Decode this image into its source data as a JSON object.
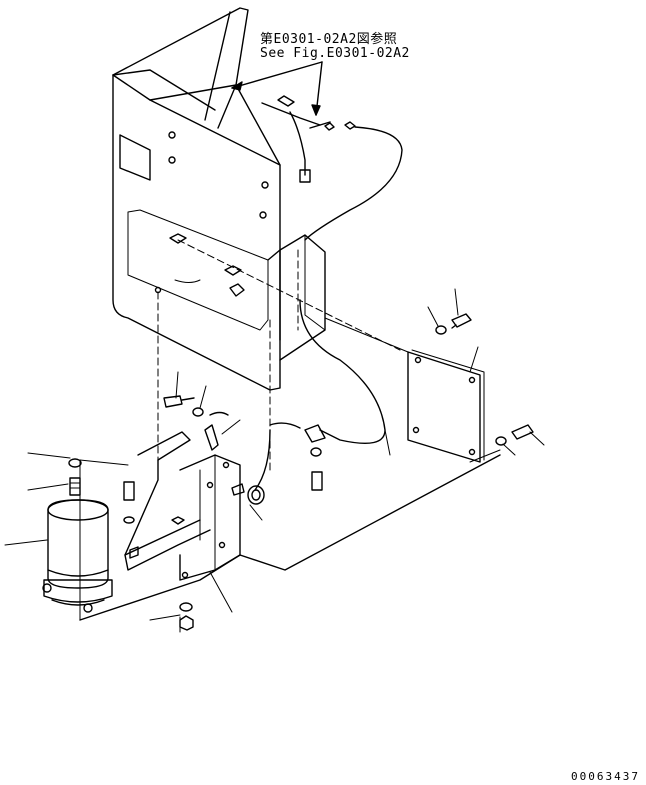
{
  "reference_note": {
    "line_jp": "第E0301-02A2図参照",
    "line_en": "See Fig.E0301-02A2"
  },
  "drawing_number": "00063437"
}
